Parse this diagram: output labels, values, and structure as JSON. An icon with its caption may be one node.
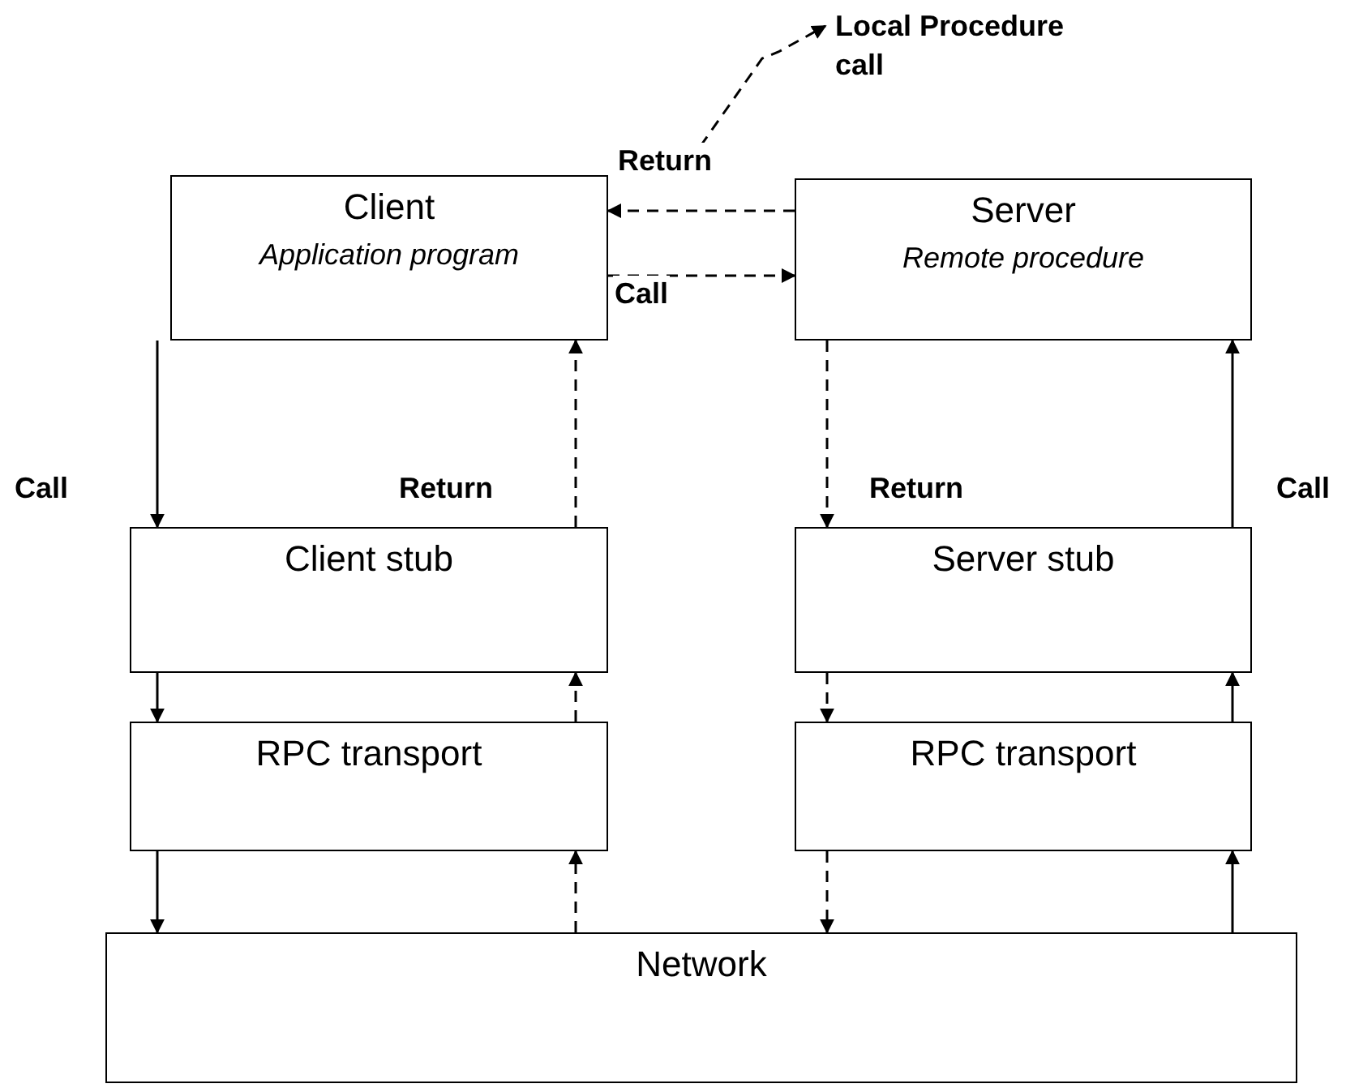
{
  "diagram": {
    "nodes": [
      {
        "text": [
          "Client",
          "Application program"
        ]
      },
      {
        "text": [
          "Server",
          "Remote procedure"
        ]
      },
      {
        "text": [
          "Client stub"
        ]
      },
      {
        "text": [
          "Server stub"
        ]
      },
      {
        "text": [
          "RPC transport"
        ]
      },
      {
        "text": [
          "RPC transport"
        ]
      },
      {
        "text": [
          "Network"
        ]
      },
      {
        "text": [
          "Local Procedure call"
        ]
      }
    ],
    "edges": [
      {
        "from": 1,
        "to": 0,
        "arrow": "to",
        "style": "dashed",
        "label": "Return"
      },
      {
        "from": 0,
        "to": 1,
        "arrow": "to",
        "style": "dashed",
        "label": "Call"
      },
      {
        "from": null,
        "to": 7,
        "arrow": "to",
        "style": "dashed"
      },
      {
        "from": 0,
        "to": 2,
        "arrow": "to",
        "label": "Call"
      },
      {
        "from": 2,
        "to": 4,
        "arrow": "to"
      },
      {
        "from": 4,
        "to": 6,
        "arrow": "to"
      },
      {
        "from": 6,
        "to": 5,
        "arrow": "to"
      },
      {
        "from": 5,
        "to": 3,
        "arrow": "to"
      },
      {
        "from": 3,
        "to": 1,
        "arrow": "to",
        "label": "Call"
      },
      {
        "from": 1,
        "to": 3,
        "arrow": "to",
        "style": "dashed",
        "label": "Return"
      },
      {
        "from": 3,
        "to": 5,
        "arrow": "to",
        "style": "dashed"
      },
      {
        "from": 5,
        "to": 6,
        "arrow": "to",
        "style": "dashed"
      },
      {
        "from": 6,
        "to": 4,
        "arrow": "to",
        "style": "dashed"
      },
      {
        "from": 4,
        "to": 2,
        "arrow": "to",
        "style": "dashed"
      },
      {
        "from": 2,
        "to": 0,
        "arrow": "to",
        "style": "dashed",
        "label": "Return"
      }
    ]
  }
}
